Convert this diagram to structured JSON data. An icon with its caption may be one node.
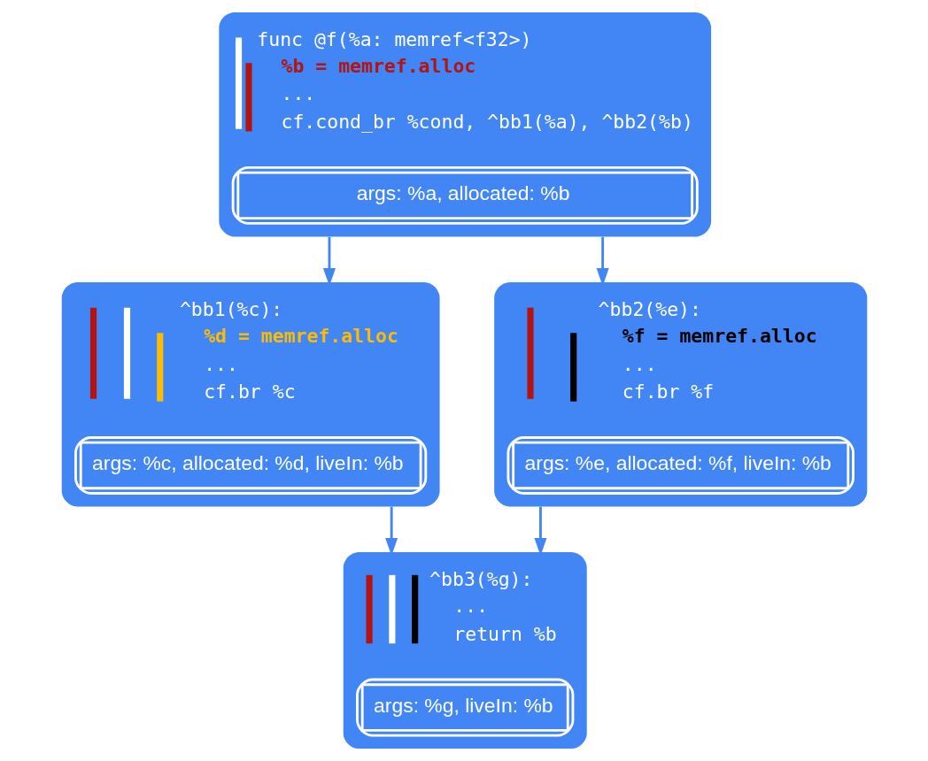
{
  "diagram": {
    "nodes": [
      {
        "text": [
          "func @f(%a: memref<f32>)",
          "%b = memref.alloc",
          "...",
          "cf.cond_br %cond, ^bb1(%a), ^bb2(%b)",
          "args: %a, allocated: %b"
        ]
      },
      {
        "text": [
          "^bb1(%c):",
          "%d = memref.alloc",
          "...",
          "cf.br %c",
          "args: %c, allocated: %d, liveIn: %b"
        ]
      },
      {
        "text": [
          "^bb2(%e):",
          "%f = memref.alloc",
          "...",
          "cf.br %f",
          "args: %e, allocated: %f, liveIn: %b"
        ]
      },
      {
        "text": [
          "^bb3(%g):",
          "...",
          "return %b",
          "args: %g, liveIn: %b"
        ]
      }
    ],
    "edges": [
      {
        "from": 0,
        "to": 1,
        "arrow": "to"
      },
      {
        "from": 0,
        "to": 2,
        "arrow": "to"
      },
      {
        "from": 1,
        "to": 3,
        "arrow": "to"
      },
      {
        "from": 2,
        "to": 3,
        "arrow": "to"
      }
    ]
  }
}
